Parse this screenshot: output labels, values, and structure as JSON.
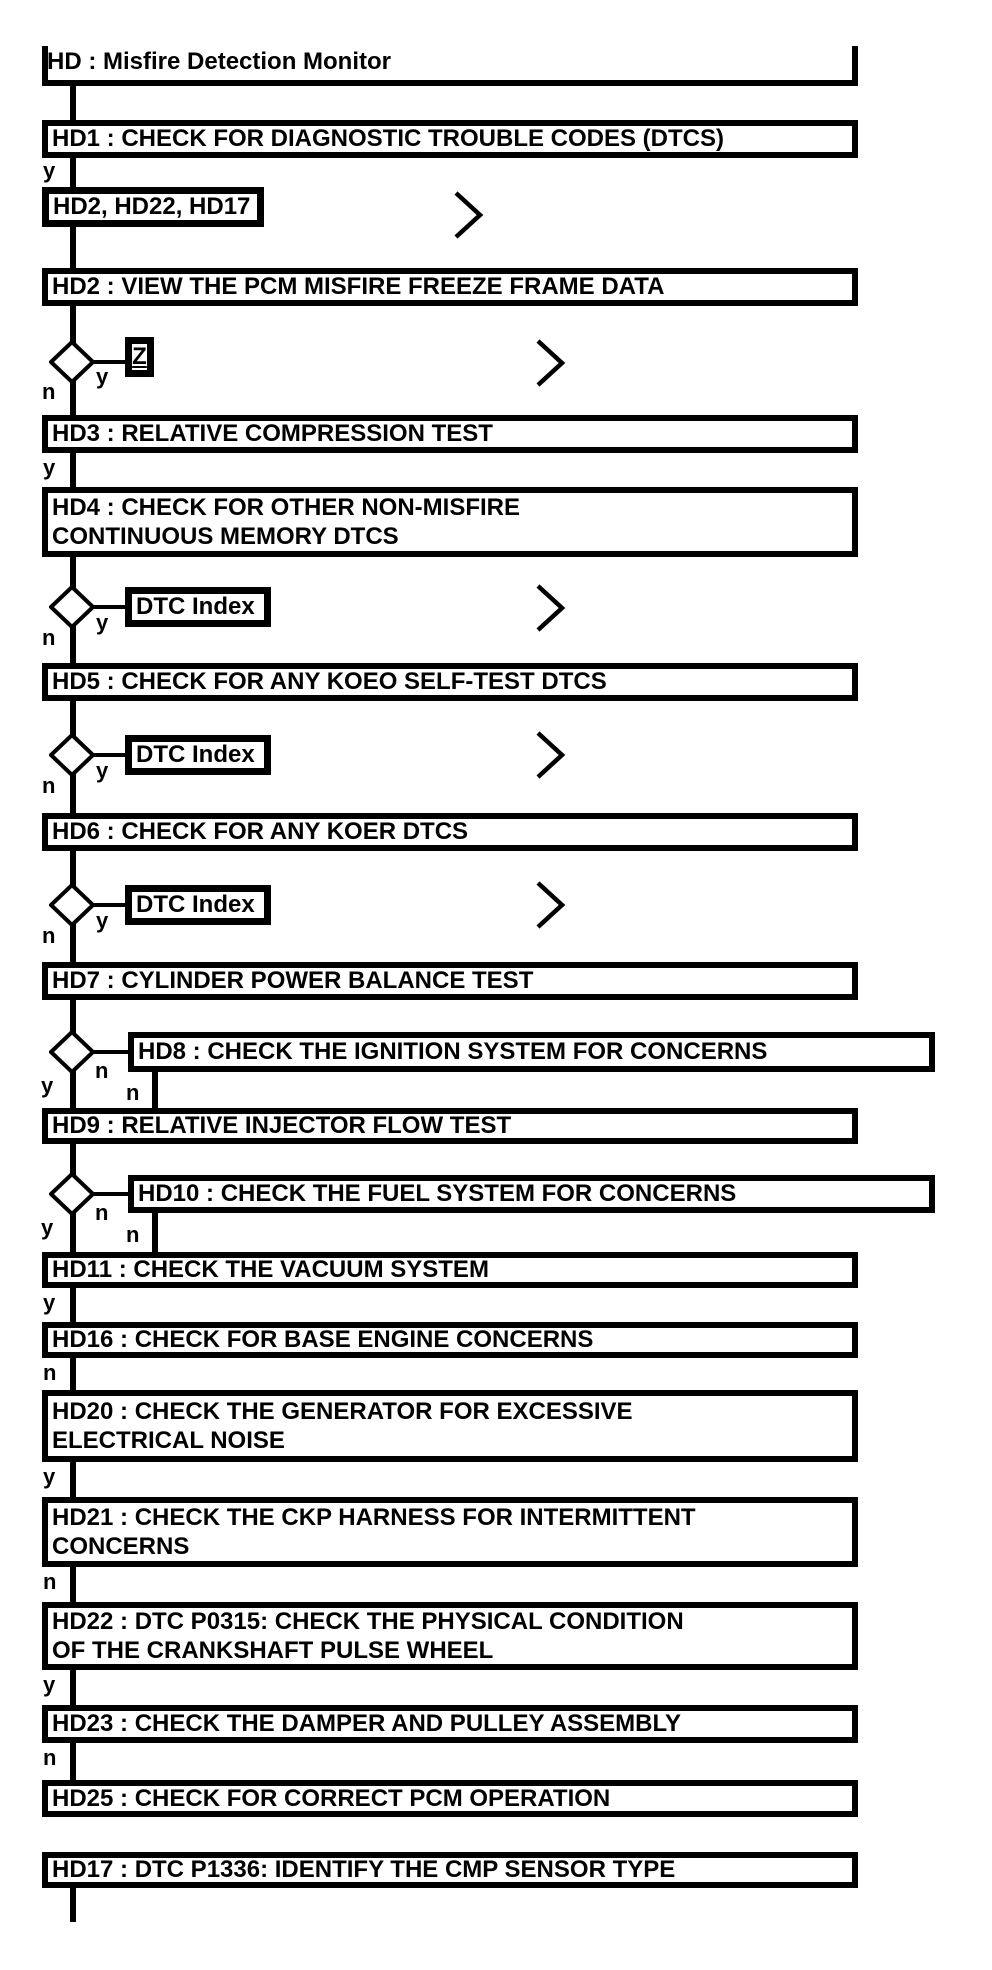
{
  "title": {
    "label": "HD : Misfire Detection Monitor"
  },
  "labels": {
    "yes": "y",
    "no": "n"
  },
  "colors": {
    "line": "#000000",
    "box_fill": "#ffffff",
    "text": "#000000"
  },
  "nodes": {
    "hd1": "HD1 : CHECK FOR DIAGNOSTIC TROUBLE CODES (DTCS)",
    "ref_initial": "HD2, HD22, HD17",
    "hd2": "HD2 : VIEW THE PCM MISFIRE FREEZE FRAME DATA",
    "z": "Z",
    "hd3": "HD3 : RELATIVE COMPRESSION TEST",
    "hd4": "HD4 : CHECK FOR OTHER NON-MISFIRE CONTINUOUS MEMORY DTCS",
    "dtc_index": "DTC Index",
    "hd5": "HD5 : CHECK FOR ANY KOEO SELF-TEST DTCS",
    "hd6": "HD6 : CHECK FOR ANY KOER DTCS",
    "hd7": "HD7 : CYLINDER POWER BALANCE TEST",
    "hd8": "HD8 : CHECK THE IGNITION SYSTEM FOR CONCERNS",
    "hd9": "HD9 : RELATIVE INJECTOR FLOW TEST",
    "hd10": "HD10 : CHECK THE FUEL SYSTEM FOR CONCERNS",
    "hd11": "HD11 : CHECK THE VACUUM SYSTEM",
    "hd16": "HD16 : CHECK FOR BASE ENGINE CONCERNS",
    "hd20": "HD20 : CHECK THE GENERATOR FOR EXCESSIVE ELECTRICAL NOISE",
    "hd21": "HD21 : CHECK THE CKP HARNESS FOR INTERMITTENT CONCERNS",
    "hd22": "HD22 : DTC P0315: CHECK THE PHYSICAL CONDITION OF THE CRANKSHAFT PULSE WHEEL",
    "hd23": "HD23 : CHECK THE DAMPER AND PULLEY ASSEMBLY",
    "hd25": "HD25 : CHECK FOR CORRECT PCM OPERATION",
    "hd17": "HD17 : DTC P1336: IDENTIFY THE CMP SENSOR TYPE"
  }
}
